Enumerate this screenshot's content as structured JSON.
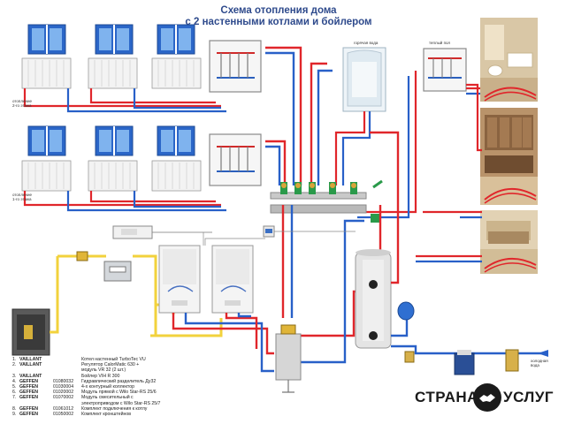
{
  "header": {
    "title_line1": "Схема отопления дома",
    "title_line2": "с 2 настенными котлами и бойлером"
  },
  "labels": {
    "floor2_a": "отопление",
    "floor2_b": "2-го этажа",
    "floor1_a": "отопление",
    "floor1_b": "1-го этажа",
    "hot_water": "горячая вода",
    "warm_floor": "теплый пол",
    "cold_water_a": "холодная",
    "cold_water_b": "вода"
  },
  "legend": [
    {
      "num": "1.",
      "brand": "VAILLANT",
      "code": "",
      "text": "Котел настенный TurboTec VU"
    },
    {
      "num": "2.",
      "brand": "VAILLANT",
      "code": "",
      "text": "Регулятор CalorMatic 630 +"
    },
    {
      "num": "",
      "brand": "",
      "code": "",
      "text": "модуль VR 32 (2 шт.)"
    },
    {
      "num": "3.",
      "brand": "VAILLANT",
      "code": "",
      "text": "Бойлер VIH  R 300"
    },
    {
      "num": "4.",
      "brand": "GEFFEN",
      "code": "01080032",
      "text": "Гидравлический разделитель Ду32"
    },
    {
      "num": "5.",
      "brand": "GEFFEN",
      "code": "01030004",
      "text": "4-х контурный коллектор"
    },
    {
      "num": "6.",
      "brand": "GEFFEN",
      "code": "01020002",
      "text": "Модуль прямой с  Wilo Star-RS 25/6"
    },
    {
      "num": "7.",
      "brand": "GEFFEN",
      "code": "01070002",
      "text": "Модуль смесительный с"
    },
    {
      "num": "",
      "brand": "",
      "code": "",
      "text": "электроприводом с  Wilo Star-RS 25/7"
    },
    {
      "num": "8.",
      "brand": "GEFFEN",
      "code": "01061012",
      "text": "Комплект подключения к котлу"
    },
    {
      "num": "9.",
      "brand": "GEFFEN",
      "code": "01050002",
      "text": "Комплект кронштейнов"
    }
  ],
  "brand": {
    "left": "СТРАНА",
    "right": "УСЛУГ"
  },
  "colors": {
    "title": "#2e4a8c",
    "supply": "#e0262b",
    "return": "#2860c8",
    "gas": "#f2d23c",
    "frame": "#3a6fc4"
  }
}
